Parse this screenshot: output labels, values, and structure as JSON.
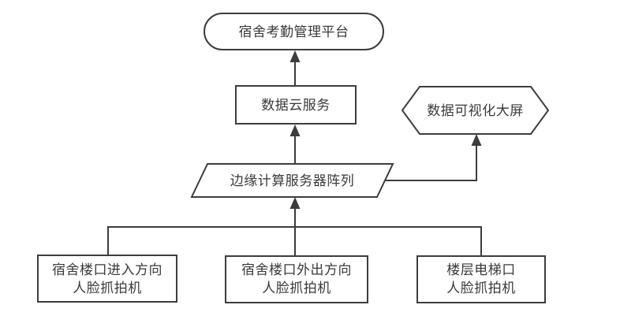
{
  "diagram": {
    "background": "#ffffff",
    "stroke_color": "#3d3d3d",
    "text_color": "#3a3a3a",
    "nodes": {
      "platform": {
        "label": "宿舍考勤管理平台",
        "shape": "stadium"
      },
      "cloud_service": {
        "label": "数据云服务",
        "shape": "rectangle"
      },
      "big_screen": {
        "label": "数据可视化大屏",
        "shape": "hexagon"
      },
      "edge_servers": {
        "label": "边缘计算服务器阵列",
        "shape": "parallelogram"
      },
      "camera_entry": {
        "label_line1": "宿舍楼口进入方向",
        "label_line2": "人脸抓拍机",
        "shape": "rectangle"
      },
      "camera_exit": {
        "label_line1": "宿舍楼口外出方向",
        "label_line2": "人脸抓拍机",
        "shape": "rectangle"
      },
      "camera_elevator": {
        "label_line1": "楼层电梯口",
        "label_line2": "人脸抓拍机",
        "shape": "rectangle"
      }
    },
    "edges": [
      {
        "from": "camera_entry",
        "to": "edge_servers",
        "arrow": true
      },
      {
        "from": "camera_exit",
        "to": "edge_servers",
        "arrow": true
      },
      {
        "from": "camera_elevator",
        "to": "edge_servers",
        "arrow": true
      },
      {
        "from": "edge_servers",
        "to": "cloud_service",
        "arrow": true
      },
      {
        "from": "edge_servers",
        "to": "big_screen",
        "arrow": true
      },
      {
        "from": "cloud_service",
        "to": "platform",
        "arrow": true
      }
    ]
  }
}
